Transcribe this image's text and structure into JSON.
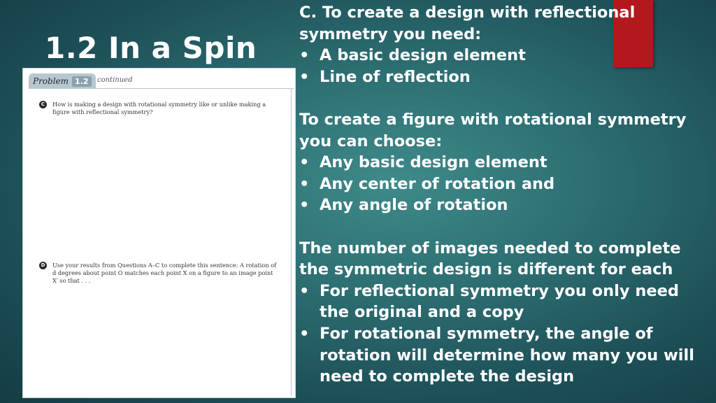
{
  "slide": {
    "title": "1.2 In a Spin",
    "accent_color": "#b3191c"
  },
  "textbook_excerpt": {
    "tab_name": "Problem",
    "tab_number": "1.2",
    "continued_label": "continued",
    "questions": [
      {
        "letter": "C",
        "text": "How is making a design with rotational symmetry like or unlike making a figure with reflectional symmetry?"
      },
      {
        "letter": "D",
        "text": "Use your results from Questions A–C to complete this sentence: A rotation of d degrees about point O matches each point X on a figure to an image point X′ so that . . ."
      }
    ]
  },
  "content": {
    "reflection_heading": "C. To create a design with reflectional symmetry you need:",
    "reflection_items": [
      "A basic design element",
      "Line of reflection"
    ],
    "rotation_heading": "To create a figure with rotational symmetry you can choose:",
    "rotation_items": [
      "Any basic design element",
      "Any center of rotation and",
      "Any angle of rotation"
    ],
    "images_heading": "The number of images needed to complete the symmetric design is different for each",
    "images_items": [
      "For reflectional symmetry you only need the original and a copy",
      "For rotational symmetry, the angle of rotation will determine how many you will need to complete the design"
    ],
    "bullet_glyph": "•"
  }
}
